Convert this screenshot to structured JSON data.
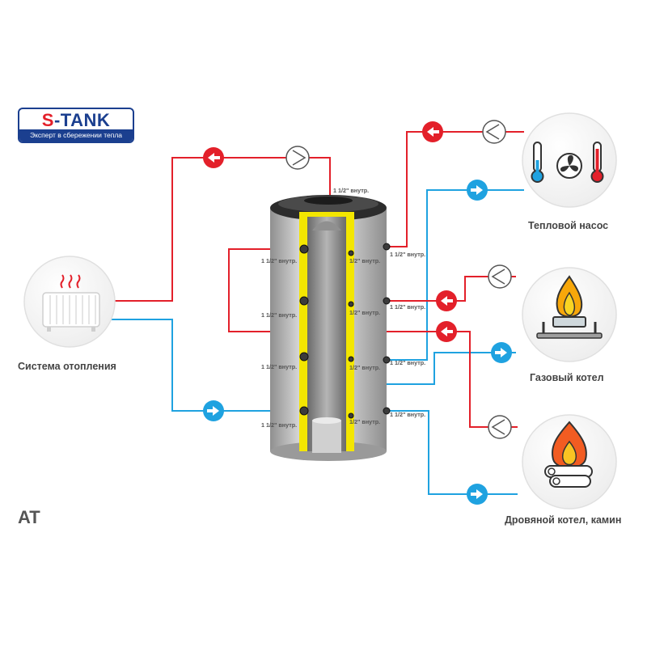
{
  "logo": {
    "brand_prefix": "S",
    "brand_rest": "-TANK",
    "tagline": "Эксперт в сбережении тепла"
  },
  "model": "AT",
  "labels": {
    "heating_system": "Система отопления",
    "heat_pump": "Тепловой насос",
    "gas_boiler": "Газовый котел",
    "wood_boiler": "Дровяной котел, камин"
  },
  "fittings": {
    "top": "1 1/2\" внутр.",
    "l1": "1 1/2\" внутр.",
    "l2": "1 1/2\" внутр.",
    "l3": "1 1/2\" внутр.",
    "l4": "1 1/2\" внутр.",
    "r1": "1/2\" внутр.",
    "r2": "1/2\" внутр.",
    "r3": "1/2\" внутр.",
    "r4": "1/2\" внутр.",
    "o1": "1 1/2\" внутр.",
    "o2": "1 1/2\" внутр.",
    "o3": "1 1/2\" внутр.",
    "o4": "1 1/2\" внутр."
  },
  "colors": {
    "hot": "#e3202a",
    "cold": "#1fa2e0",
    "insulation": "#f3e600",
    "brand": "#1b3f8f"
  },
  "icons": [
    "radiator-icon",
    "heat-pump-icon",
    "gas-flame-icon",
    "wood-fire-icon",
    "pump-icon",
    "arrow-left-icon",
    "arrow-right-icon"
  ]
}
